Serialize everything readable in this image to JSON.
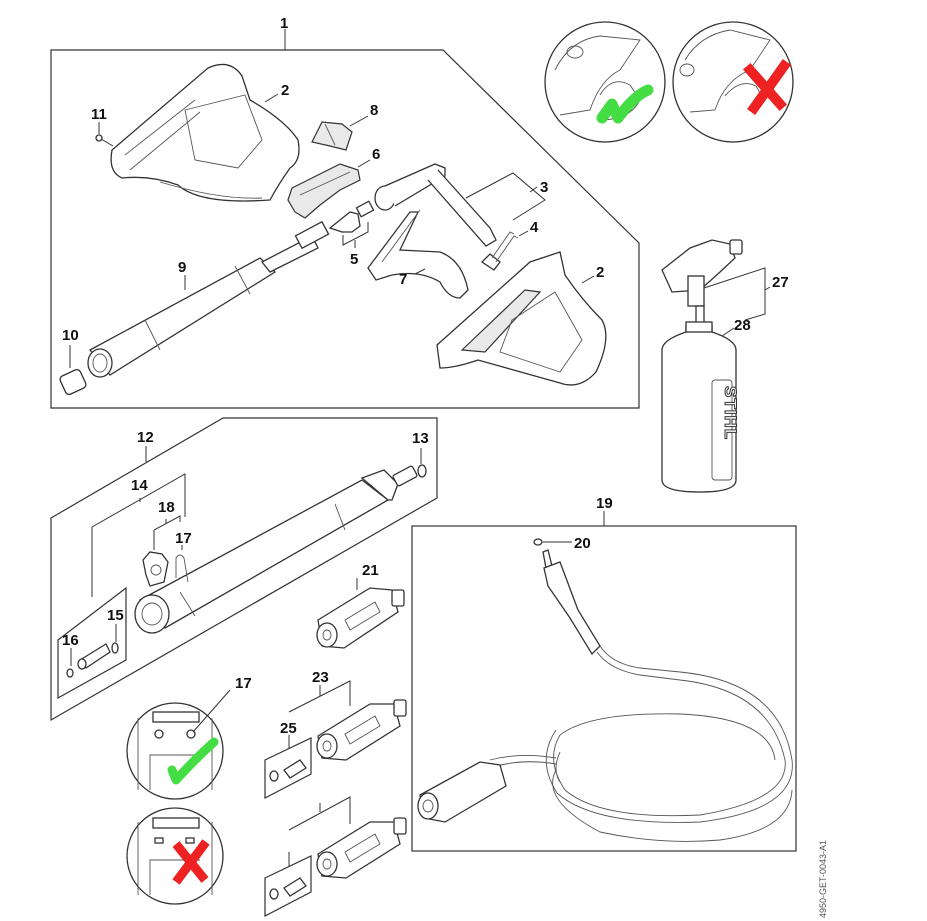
{
  "diagram": {
    "title": "Spray gun and accessories exploded view",
    "drawing_code": "4950-GET-0043-A1",
    "brand_mark": "STIHL",
    "colors": {
      "correct": "#44dd44",
      "incorrect": "#ee2222",
      "line": "#333333"
    },
    "callouts": {
      "c1": "1",
      "c2a": "2",
      "c2b": "2",
      "c3": "3",
      "c4": "4",
      "c5": "5",
      "c6": "6",
      "c7": "7",
      "c8": "8",
      "c9": "9",
      "c10": "10",
      "c11": "11",
      "c12": "12",
      "c13": "13",
      "c14": "14",
      "c15": "15",
      "c16": "16",
      "c17a": "17",
      "c17b": "17",
      "c18": "18",
      "c19": "19",
      "c20": "20",
      "c21": "21",
      "c23": "23",
      "c25": "25",
      "c27": "27",
      "c28": "28"
    },
    "indicators": {
      "top_correct": "check-mark",
      "top_incorrect": "x-mark",
      "bottom_correct": "check-mark",
      "bottom_incorrect": "x-mark"
    }
  }
}
